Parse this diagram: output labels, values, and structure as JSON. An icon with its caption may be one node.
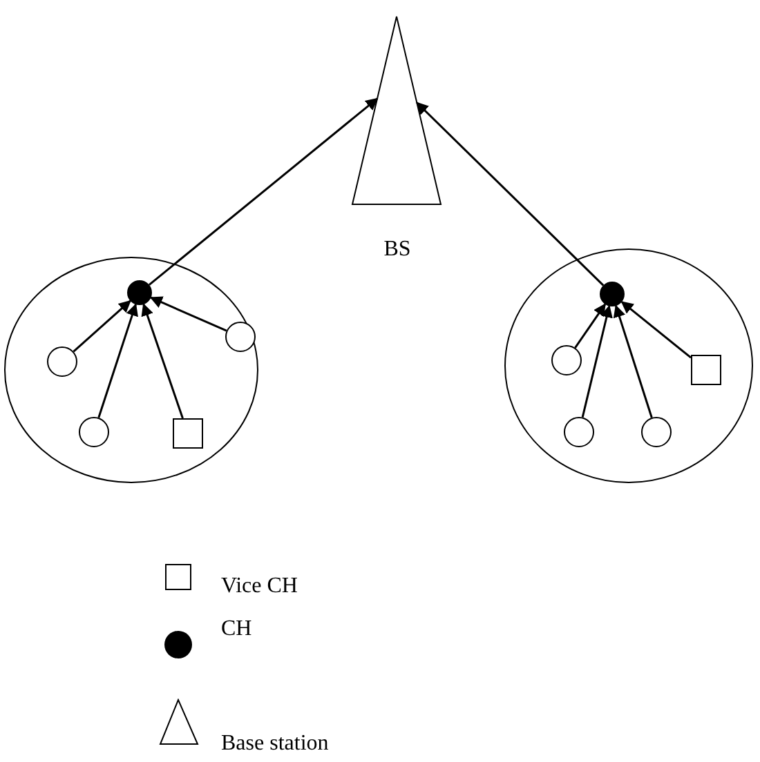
{
  "diagram": {
    "nodes": [
      {
        "text": [
          "BS"
        ]
      },
      {
        "text": [],
        "shape": "ellipse"
      },
      {
        "text": [],
        "shape": "circle",
        "in": 1
      },
      {
        "text": [],
        "shape": "circle",
        "in": 1
      },
      {
        "text": [],
        "shape": "circle",
        "in": 1
      },
      {
        "text": [],
        "shape": "circle",
        "in": 1
      },
      {
        "text": [],
        "shape": "box",
        "in": 1
      },
      {
        "text": [],
        "shape": "ellipse"
      },
      {
        "text": [],
        "shape": "circle",
        "in": 7
      },
      {
        "text": [],
        "shape": "circle",
        "in": 7
      },
      {
        "text": [],
        "shape": "box",
        "in": 7
      },
      {
        "text": [],
        "shape": "circle",
        "in": 7
      },
      {
        "text": [],
        "shape": "circle",
        "in": 7
      }
    ],
    "edges": [
      {
        "from": 2,
        "to": 0,
        "arrow": "to"
      },
      {
        "from": 8,
        "to": 0,
        "arrow": "to"
      },
      {
        "from": 3,
        "to": 2,
        "arrow": "to"
      },
      {
        "from": 4,
        "to": 2,
        "arrow": "to"
      },
      {
        "from": 5,
        "to": 2,
        "arrow": "to"
      },
      {
        "from": 6,
        "to": 2,
        "arrow": "to"
      },
      {
        "from": 9,
        "to": 8,
        "arrow": "to"
      },
      {
        "from": 10,
        "to": 8,
        "arrow": "to"
      },
      {
        "from": 11,
        "to": 8,
        "arrow": "to"
      },
      {
        "from": 12,
        "to": 8,
        "arrow": "to"
      }
    ],
    "legend": [
      {
        "text": "Vice CH"
      },
      {
        "text": "CH"
      },
      {
        "text": "Base station"
      }
    ]
  }
}
